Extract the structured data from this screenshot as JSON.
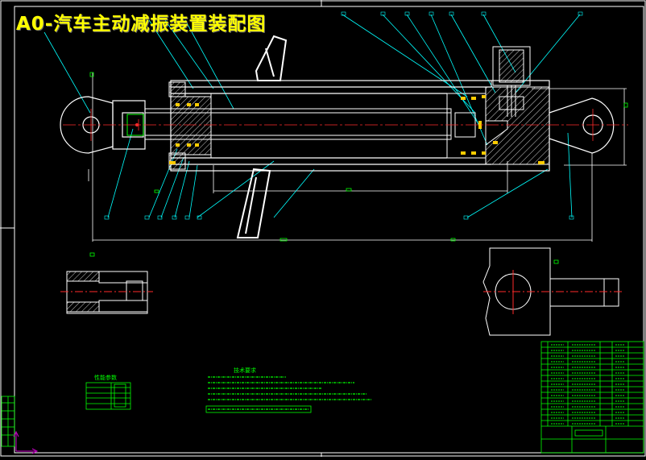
{
  "title": "A0-汽车主动减振装置装配图",
  "colors": {
    "background": "#000000",
    "outline": "#ffffff",
    "leader": "#00ffff",
    "centerline": "#ff2a2a",
    "dimension": "#00ff00",
    "title_text": "#ffff00",
    "seal": "#ffd000",
    "table": "#00ff00"
  },
  "tech_requirements": {
    "heading": "技术要求",
    "lines": [
      "",
      "",
      "",
      "",
      "",
      ""
    ]
  },
  "small_table": {
    "heading": "性能参数",
    "rows": [
      "",
      "",
      "",
      "",
      ""
    ]
  }
}
